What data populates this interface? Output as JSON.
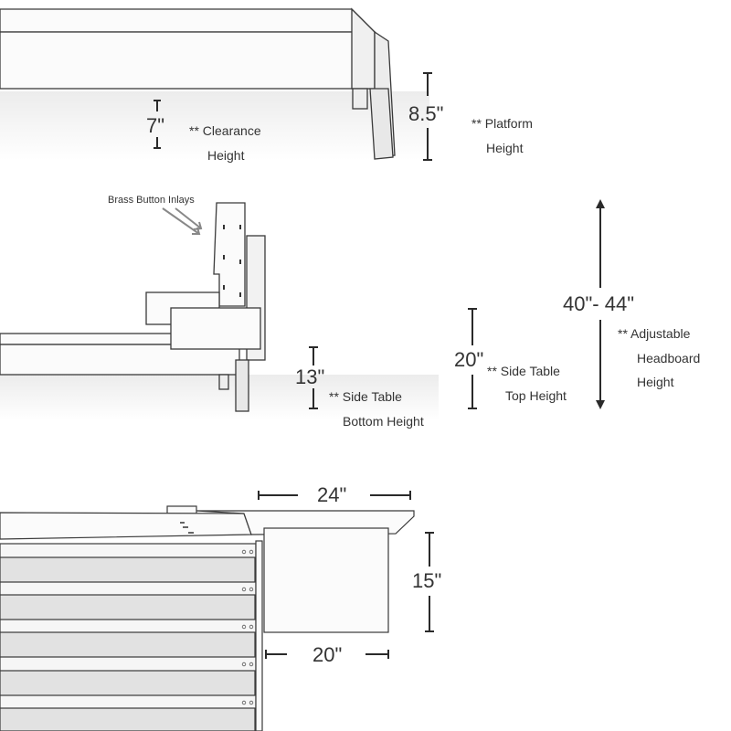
{
  "top_view": {
    "clearance": {
      "value": "7\"",
      "label_line1": "** Clearance",
      "label_line2": "Height"
    },
    "platform": {
      "value": "8.5\"",
      "label_line1": "** Platform",
      "label_line2": "Height"
    }
  },
  "side_view": {
    "callout": "Brass Button Inlays",
    "side_table_bottom": {
      "value": "13\"",
      "label_line1": "** Side Table",
      "label_line2": "Bottom Height"
    },
    "side_table_top": {
      "value": "20\"",
      "label_line1": "** Side Table",
      "label_line2": "Top Height"
    },
    "headboard": {
      "value": "40\"- 44\"",
      "label_line1": "**  Adjustable",
      "label_line2": "Headboard",
      "label_line3": "Height"
    }
  },
  "plan_view": {
    "table_top_width": "24\"",
    "table_height": "15\"",
    "table_width": "20\""
  },
  "colors": {
    "line": "#3a3a3a",
    "dimension": "#2a2a2a",
    "surface": "#f7f7f7",
    "slat": "#e6e6e6"
  }
}
